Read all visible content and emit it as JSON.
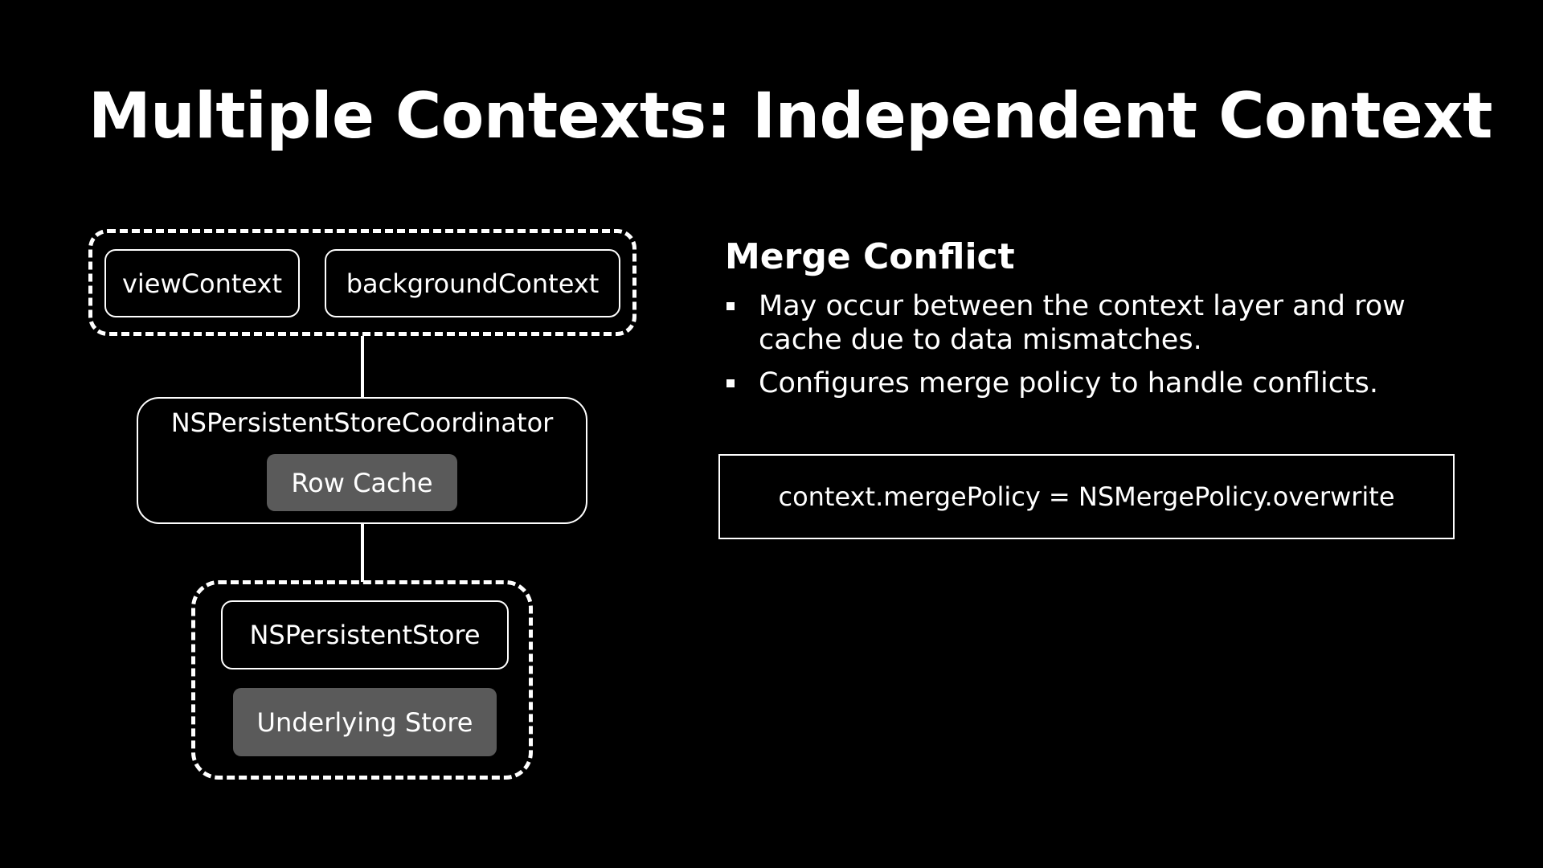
{
  "slide": {
    "title": "Multiple Contexts: Independent Context"
  },
  "diagram": {
    "contexts": {
      "view_context": "viewContext",
      "background_context": "backgroundContext"
    },
    "coordinator": {
      "label": "NSPersistentStoreCoordinator",
      "row_cache": "Row Cache"
    },
    "store": {
      "label": "NSPersistentStore",
      "underlying": "Underlying Store"
    }
  },
  "merge_conflict": {
    "heading": "Merge Conflict",
    "bullets": [
      "May occur between the context layer and row cache due to data mismatches.",
      "Configures merge policy to handle conflicts."
    ],
    "code": "context.mergePolicy = NSMergePolicy.overwrite"
  },
  "colors": {
    "background": "#000000",
    "foreground": "#ffffff",
    "filled_box": "#5a5a5a"
  }
}
